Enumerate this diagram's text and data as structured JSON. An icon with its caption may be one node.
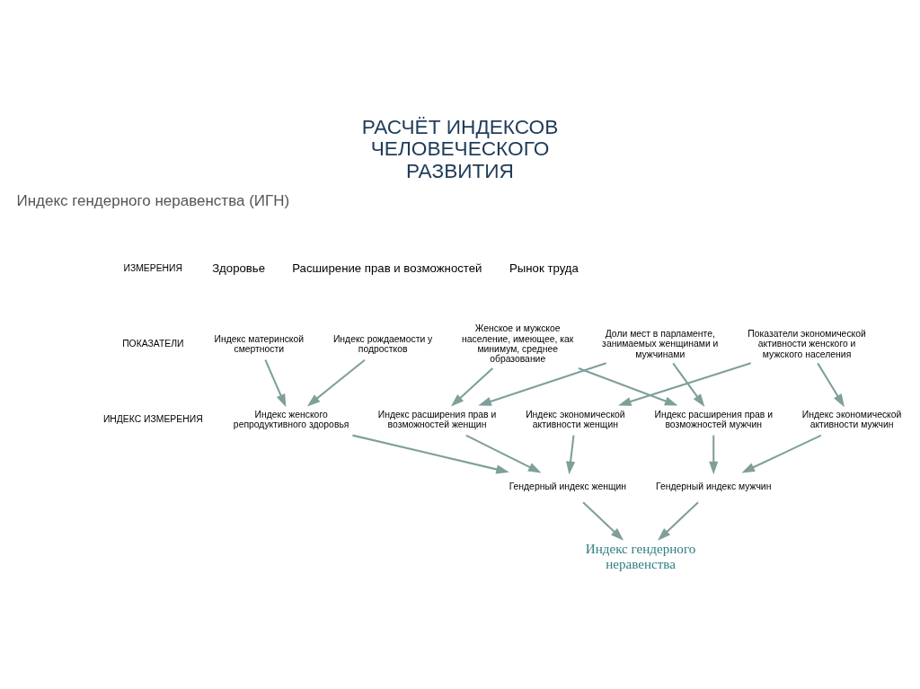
{
  "diagram": {
    "title": "РАСЧЁТ ИНДЕКСОВ ЧЕЛОВЕЧЕСКОГО РАЗВИТИЯ",
    "nodes": [
      {
        "text": [
          "Индекс материнской смертности"
        ]
      },
      {
        "text": [
          "Индекс рождаемости у подростков"
        ]
      },
      {
        "text": [
          "Женское и мужское население, имеющее, как минимум, среднее образование"
        ]
      },
      {
        "text": [
          "Доли мест в парламенте, занимаемых женщинами и мужчинами"
        ]
      },
      {
        "text": [
          "Показатели экономической активности женского и мужского населения"
        ]
      },
      {
        "text": [
          "Индекс женского репродуктивного здоровья"
        ]
      },
      {
        "text": [
          "Индекс расширения прав и возможностей женщин"
        ]
      },
      {
        "text": [
          "Индекс экономической активности женщин"
        ]
      },
      {
        "text": [
          "Индекс расширения прав и возможностей мужчин"
        ]
      },
      {
        "text": [
          "Индекс экономической активности мужчин"
        ]
      },
      {
        "text": [
          "Гендерный индекс женщин"
        ]
      },
      {
        "text": [
          "Гендерный индекс мужчин"
        ]
      },
      {
        "text": [
          "Индекс гендерного неравенства"
        ]
      }
    ],
    "edges": [
      {
        "from": 0,
        "to": 5,
        "arrow": "to"
      },
      {
        "from": 1,
        "to": 5,
        "arrow": "to"
      },
      {
        "from": 2,
        "to": 6,
        "arrow": "to"
      },
      {
        "from": 3,
        "to": 6,
        "arrow": "to"
      },
      {
        "from": 2,
        "to": 8,
        "arrow": "to"
      },
      {
        "from": 3,
        "to": 8,
        "arrow": "to"
      },
      {
        "from": 4,
        "to": 7,
        "arrow": "to"
      },
      {
        "from": 4,
        "to": 9,
        "arrow": "to"
      },
      {
        "from": 5,
        "to": 10,
        "arrow": "to"
      },
      {
        "from": 6,
        "to": 10,
        "arrow": "to"
      },
      {
        "from": 7,
        "to": 10,
        "arrow": "to"
      },
      {
        "from": 8,
        "to": 11,
        "arrow": "to"
      },
      {
        "from": 9,
        "to": 11,
        "arrow": "to"
      },
      {
        "from": 10,
        "to": 12,
        "arrow": "to"
      },
      {
        "from": 11,
        "to": 12,
        "arrow": "to"
      }
    ],
    "labels": [
      "Индекс гендерного неравенства (ИГН)",
      "ИЗМЕРЕНИЯ",
      "Здоровье",
      "Расширение прав и возможностей",
      "Рынок труда",
      "ПОКАЗАТЕЛИ",
      "ИНДЕКС ИЗМЕРЕНИЯ"
    ]
  }
}
